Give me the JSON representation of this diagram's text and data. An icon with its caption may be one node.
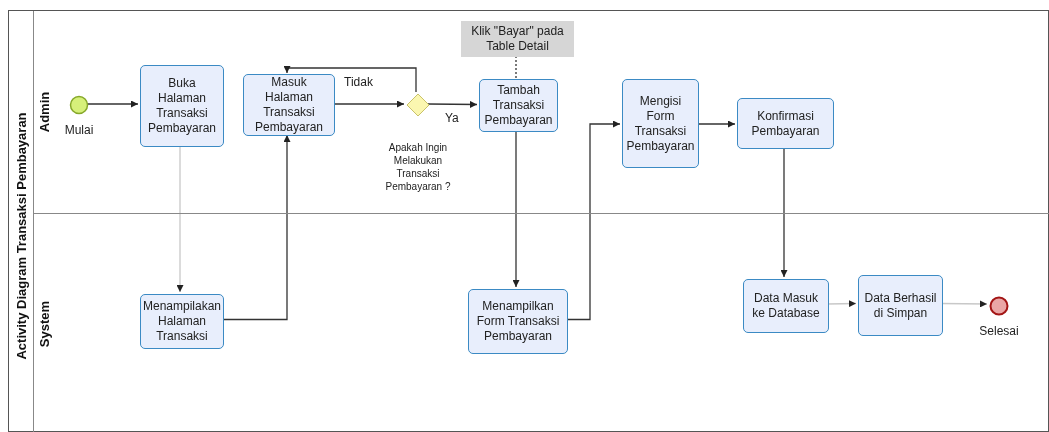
{
  "diagram": {
    "nodes": [
      {
        "text": [
          "Activity Diagram Transaksi Pembayaran"
        ]
      },
      {
        "text": [
          "Admin"
        ],
        "in": 0
      },
      {
        "text": [
          "System"
        ],
        "in": 0
      },
      {
        "text": [],
        "shape": "circle",
        "beside": [
          "Mulai"
        ],
        "in": 1
      },
      {
        "text": [
          "Buka Halaman Transaksi Pembayaran"
        ],
        "in": 1
      },
      {
        "text": [
          "Masuk Halaman Transaksi Pembayaran"
        ],
        "in": 1
      },
      {
        "text": [],
        "shape": "diamond",
        "beside": [
          "Apakah Ingin Melakukan Transaksi Pembayaran ?"
        ],
        "in": 1
      },
      {
        "text": [
          "Klik \"Bayar\" pada Table Detail"
        ],
        "in": 1
      },
      {
        "text": [
          "Tambah Transaksi Pembayaran"
        ],
        "in": 1
      },
      {
        "text": [
          "Mengisi Form Transaksi Pembayaran"
        ],
        "in": 1
      },
      {
        "text": [
          "Konfirmasi Pembayaran"
        ],
        "in": 1
      },
      {
        "text": [
          "Menampilakan Halaman Transaksi"
        ],
        "in": 2
      },
      {
        "text": [
          "Menampilkan Form Transaksi Pembayaran"
        ],
        "in": 2
      },
      {
        "text": [
          "Data Masuk ke Database"
        ],
        "in": 2
      },
      {
        "text": [
          "Data Berhasil di Simpan"
        ],
        "in": 2
      },
      {
        "text": [],
        "shape": "circle",
        "beside": [
          "Selesai"
        ],
        "in": 2
      }
    ],
    "edges": [
      {
        "from": 3,
        "to": 4,
        "arrow": "to"
      },
      {
        "from": 4,
        "to": 11,
        "arrow": "to",
        "color": "#c8c8c8"
      },
      {
        "from": 11,
        "to": 5,
        "arrow": "to"
      },
      {
        "from": 5,
        "to": 6,
        "arrow": "to"
      },
      {
        "from": 6,
        "to": 5,
        "arrow": "to",
        "label": "Tidak"
      },
      {
        "from": 6,
        "to": 8,
        "arrow": "to",
        "label": "Ya"
      },
      {
        "from": 7,
        "to": 8,
        "arrow": "none",
        "style": "dashed"
      },
      {
        "from": 8,
        "to": 12,
        "arrow": "to"
      },
      {
        "from": 12,
        "to": 9,
        "arrow": "to"
      },
      {
        "from": 9,
        "to": 10,
        "arrow": "to"
      },
      {
        "from": 10,
        "to": 13,
        "arrow": "to"
      },
      {
        "from": 13,
        "to": 14,
        "arrow": "to",
        "color": "#c8c8c8"
      },
      {
        "from": 14,
        "to": 15,
        "arrow": "to",
        "color": "#c8c8c8"
      }
    ]
  }
}
